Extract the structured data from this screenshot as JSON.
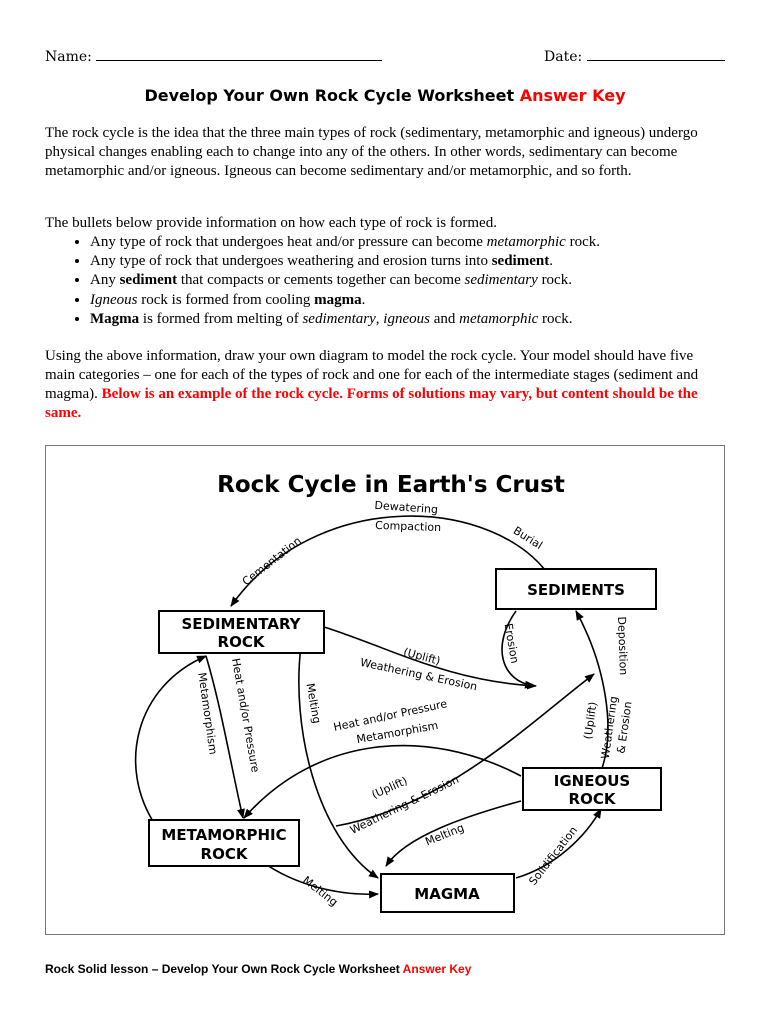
{
  "header": {
    "name_label": "Name:",
    "date_label": "Date:"
  },
  "title": {
    "main": "Develop Your Own Rock Cycle Worksheet",
    "key": "Answer Key"
  },
  "intro": "The rock cycle is the idea that the three main types of rock (sedimentary, metamorphic and igneous) undergo physical changes enabling each to change into any of the others.  In other words, sedimentary can become metamorphic and/or igneous.  Igneous can become sedimentary and/or metamorphic, and so forth.",
  "bullets_intro": "The bullets below provide information on how each type of rock is formed.",
  "bullets": {
    "b1": {
      "pre": "Any type of rock that undergoes heat and/or pressure can become ",
      "em": "metamorphic",
      "post": " rock."
    },
    "b2": {
      "pre": "Any type of rock that undergoes weathering and erosion turns into ",
      "strong": "sediment",
      "post": "."
    },
    "b3": {
      "pre": "Any ",
      "strong": "sediment",
      "mid": " that compacts or cements together can become ",
      "em": "sedimentary",
      "post": " rock."
    },
    "b4": {
      "em": "Igneous",
      "mid": " rock is formed from cooling ",
      "strong": "magma",
      "post": "."
    },
    "b5": {
      "strong": "Magma",
      "mid": " is formed from melting of ",
      "em1": "sedimentary",
      "sep": ", ",
      "em2": "igneous",
      "and": " and ",
      "em3": "metamorphic",
      "post": " rock."
    }
  },
  "instructions": {
    "text": "Using the above information, draw your own diagram to model the rock cycle.  Your model should have five main categories – one for each of the types of rock and one for each of the intermediate stages (sediment and magma).  ",
    "red": "Below is an example of the rock cycle.  Forms of solutions may vary, but content should be the same."
  },
  "diagram": {
    "title": "Rock Cycle in Earth's Crust",
    "boxes": {
      "sedimentary": [
        "SEDIMENTARY",
        "ROCK"
      ],
      "sediments": "SEDIMENTS",
      "metamorphic": [
        "METAMORPHIC",
        "ROCK"
      ],
      "igneous": [
        "IGNEOUS",
        "ROCK"
      ],
      "magma": "MAGMA"
    },
    "labels": {
      "dewatering": "Dewatering",
      "compaction": "Compaction",
      "burial": "Burial",
      "cementation": "Cementation",
      "erosion": "Erosion",
      "deposition": "Deposition",
      "uplift1": "(Uplift)",
      "weathering1": "Weathering & Erosion",
      "heat_pressure_v": "Heat and/or Pressure",
      "metamorphism_v": "Metamorphism",
      "melting_v": "Melting",
      "heat_pressure": "Heat and/or Pressure",
      "metamorphism": "Metamorphism",
      "uplift2": "(Uplift)",
      "weathering2": "Weathering & Erosion",
      "uplift3": "(Uplift)",
      "weathering3a": "Weathering",
      "weathering3b": "& Erosion",
      "melting_ig": "Melting",
      "solidification": "Solidification",
      "melting_meta": "Melting"
    }
  },
  "footer": {
    "text": "Rock Solid lesson – Develop Your Own Rock Cycle Worksheet ",
    "key": "Answer Key"
  }
}
